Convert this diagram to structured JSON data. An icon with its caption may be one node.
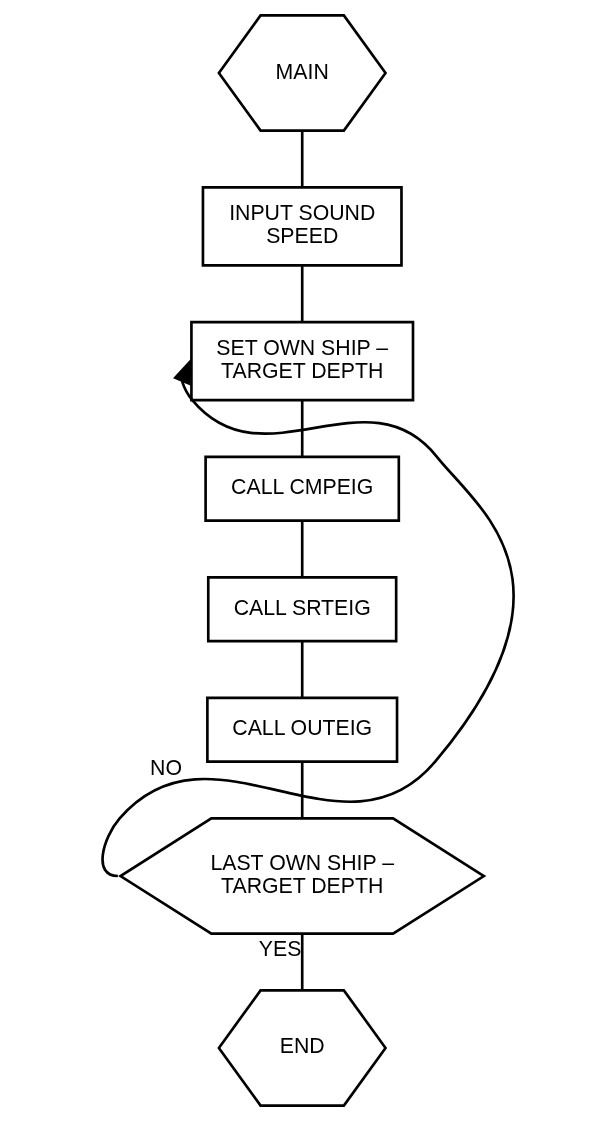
{
  "diagram": {
    "nodes": [
      {
        "text": [
          "MAIN"
        ]
      },
      {
        "text": [
          "INPUT SOUND SPEED"
        ]
      },
      {
        "text": [
          "SET OWN SHIP – TARGET DEPTH"
        ]
      },
      {
        "text": [
          "CALL CMPEIG"
        ]
      },
      {
        "text": [
          "CALL SRTEIG"
        ]
      },
      {
        "text": [
          "CALL OUTEIG"
        ]
      },
      {
        "text": [
          "LAST OWN SHIP – TARGET DEPTH"
        ]
      },
      {
        "text": [
          "END"
        ]
      }
    ],
    "edges": [
      {
        "from": 0,
        "to": 1,
        "arrow": "none"
      },
      {
        "from": 1,
        "to": 2,
        "arrow": "none"
      },
      {
        "from": 2,
        "to": 3,
        "arrow": "none"
      },
      {
        "from": 3,
        "to": 4,
        "arrow": "none"
      },
      {
        "from": 4,
        "to": 5,
        "arrow": "none"
      },
      {
        "from": 5,
        "to": 6,
        "arrow": "none"
      },
      {
        "from": 6,
        "to": 2,
        "arrow": "to",
        "label": "NO"
      },
      {
        "from": 6,
        "to": 7,
        "arrow": "none",
        "label": "YES"
      }
    ]
  }
}
